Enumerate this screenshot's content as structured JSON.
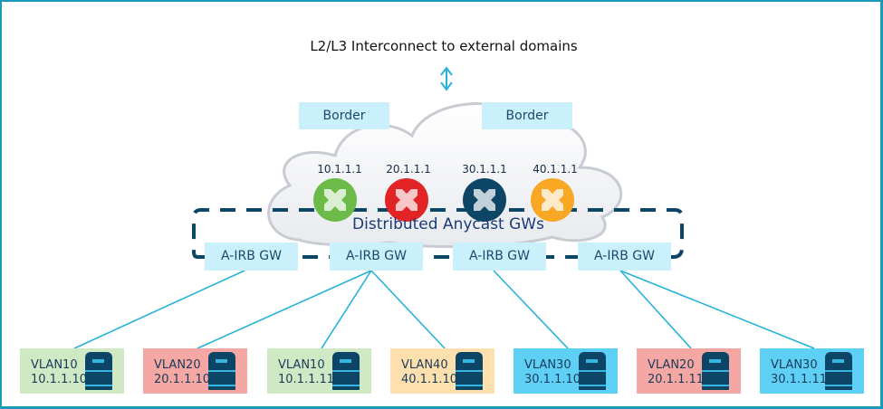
{
  "title": "L2/L3 Interconnect to external domains",
  "colors": {
    "frame": "#1a9ab8",
    "link": "#26b3d9",
    "dashed": "#0d4566",
    "label_bg": "#c9f0fb",
    "vlan10": "#cfe9c5",
    "vlan20": "#f4a7a3",
    "vlan30": "#5fd0f5",
    "vlan40": "#fde0ad"
  },
  "border_nodes": [
    {
      "label": "Border"
    },
    {
      "label": "Border"
    }
  ],
  "anycast_label": "Distributed Anycast GWs",
  "gateways": [
    {
      "ip": "10.1.1.1",
      "color": "#6cbb49"
    },
    {
      "ip": "20.1.1.1",
      "color": "#e22426"
    },
    {
      "ip": "30.1.1.1",
      "color": "#0d4566"
    },
    {
      "ip": "40.1.1.1",
      "color": "#f9a825"
    }
  ],
  "leafs": [
    {
      "label": "A-IRB GW"
    },
    {
      "label": "A-IRB GW"
    },
    {
      "label": "A-IRB GW"
    },
    {
      "label": "A-IRB GW"
    }
  ],
  "hosts": [
    {
      "vlan": "VLAN10",
      "ip": "10.1.1.10",
      "leaf": 0
    },
    {
      "vlan": "VLAN20",
      "ip": "20.1.1.10",
      "leaf": 1
    },
    {
      "vlan": "VLAN10",
      "ip": "10.1.1.11",
      "leaf": 1
    },
    {
      "vlan": "VLAN40",
      "ip": "40.1.1.10",
      "leaf": 1
    },
    {
      "vlan": "VLAN30",
      "ip": "30.1.1.10",
      "leaf": 2
    },
    {
      "vlan": "VLAN20",
      "ip": "20.1.1.11",
      "leaf": 3
    },
    {
      "vlan": "VLAN30",
      "ip": "30.1.1.11",
      "leaf": 3
    }
  ]
}
